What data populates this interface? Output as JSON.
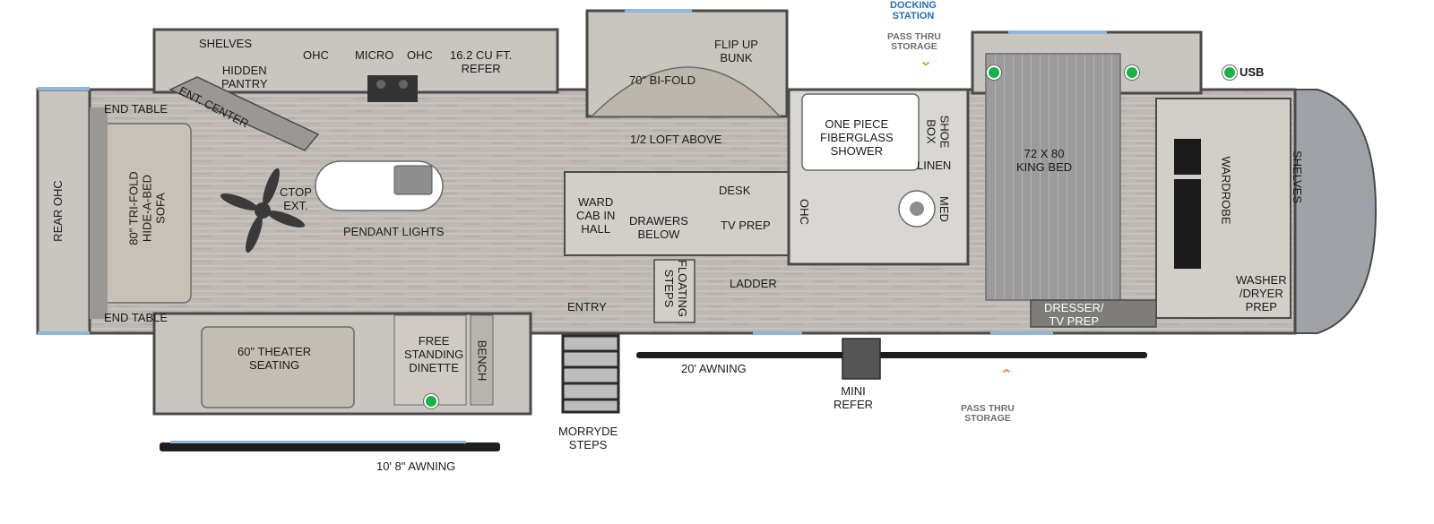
{
  "colors": {
    "floor": "#bfbab3",
    "wall": "#4a4a4a",
    "window": "#8fb7dc",
    "outlet": "#16b345",
    "arrow": "#f08a24",
    "docking": "#1f6fb5"
  },
  "labels": {
    "shelves_top": "SHELVES",
    "hidden_pantry": "HIDDEN\nPANTRY",
    "ohc_left": "OHC",
    "micro": "MICRO",
    "ohc_right": "OHC",
    "refer": "16.2 CU FT.\nREFER",
    "ent_center": "ENT. CENTER",
    "end_table_top": "END TABLE",
    "end_table_bottom": "END TABLE",
    "rear_ohc": "REAR OHC",
    "sofa": "80\" TRI-FOLD\nHIDE-A-BED\nSOFA",
    "ctop_ext": "CTOP\nEXT.",
    "pendant_lights": "PENDANT LIGHTS",
    "bifold": "70\" BI-FOLD",
    "flip_up_bunk": "FLIP UP\nBUNK",
    "loft_above": "1/2 LOFT ABOVE",
    "ward_cab": "WARD\nCAB IN\nHALL",
    "desk": "DESK",
    "drawers_below": "DRAWERS\nBELOW",
    "tv_prep": "TV PREP",
    "floating_steps": "FLOATING\nSTEPS",
    "ladder": "LADDER",
    "entry": "ENTRY",
    "theater_seating": "60\" THEATER\nSEATING",
    "dinette": "FREE\nSTANDING\nDINETTE",
    "bench": "BENCH",
    "awning_small": "10' 8\" AWNING",
    "morryde_steps": "MORRYDE\nSTEPS",
    "awning_main": "20' AWNING",
    "mini_refer": "MINI\nREFER",
    "shower": "ONE PIECE\nFIBERGLASS\nSHOWER",
    "shoe_box": "SHOE\nBOX",
    "linen": "LINEN",
    "ohc_bath": "OHC",
    "med": "MED",
    "docking_station": "DOCKING\nSTATION",
    "pass_thru_top": "PASS THRU\nSTORAGE",
    "pass_thru_bottom": "PASS THRU\nSTORAGE",
    "king_bed": "72 X 80\nKING BED",
    "dresser": "DRESSER/\nTV PREP",
    "wardrobe": "WARDROBE",
    "shelves_front": "SHELVES",
    "washer_dryer": "WASHER\n/DRYER\nPREP",
    "usb": "USB"
  }
}
